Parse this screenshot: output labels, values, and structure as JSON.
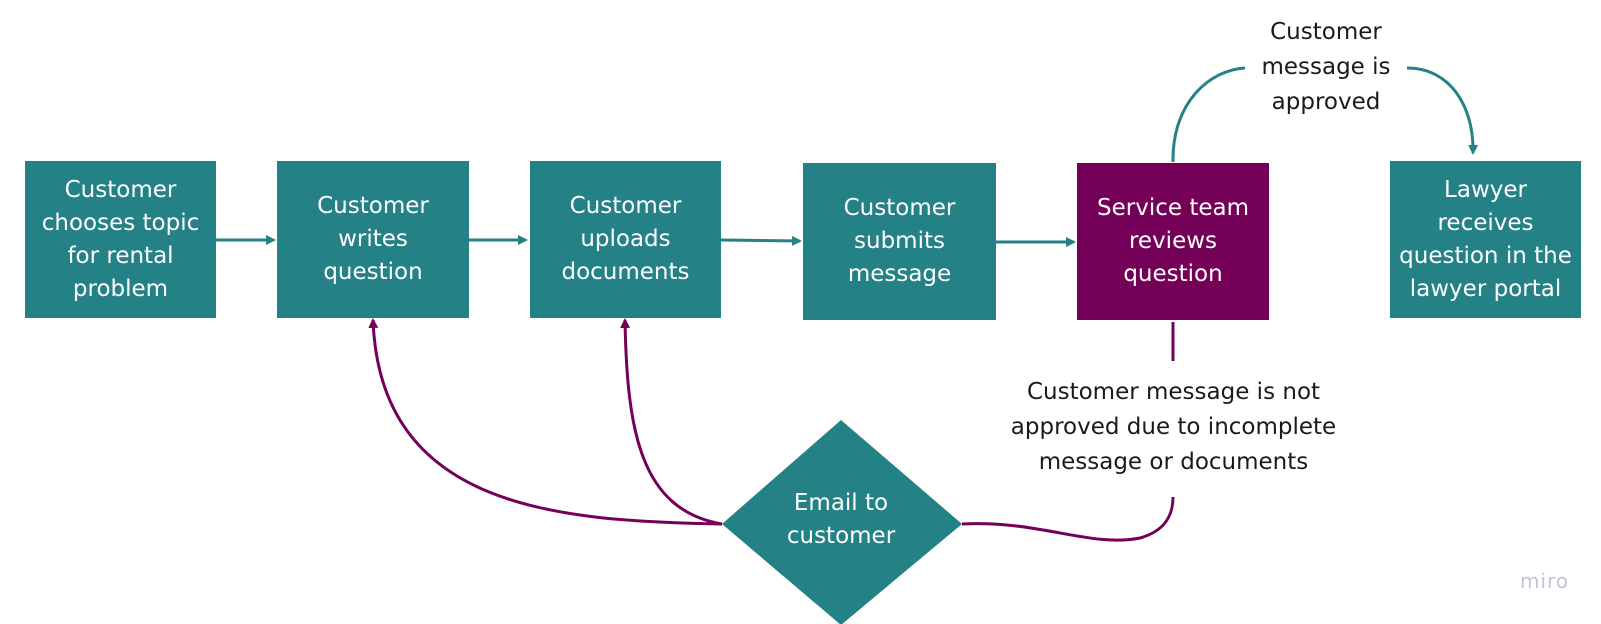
{
  "nodes": {
    "choose_topic": "Customer chooses topic for rental problem",
    "write_question": "Customer writes question",
    "upload_docs": "Customer uploads documents",
    "submit_message": "Customer submits message",
    "service_review": "Service team reviews question",
    "lawyer_receives": "Lawyer receives question in the lawyer portal",
    "email_customer": "Email to customer"
  },
  "labels": {
    "approved": "Customer message is approved",
    "not_approved": "Customer message is not approved due to incomplete message or documents"
  },
  "watermark": "miro",
  "colors": {
    "teal": "#248286",
    "purple": "#750057"
  }
}
